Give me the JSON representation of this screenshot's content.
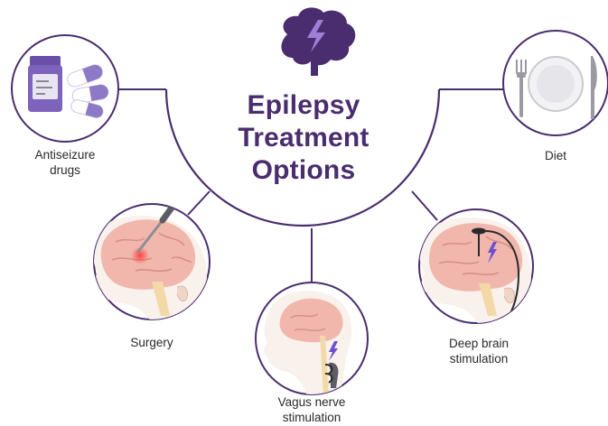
{
  "title": {
    "line1": "Epilepsy",
    "line2": "Treatment",
    "line3": "Options"
  },
  "options": [
    {
      "label": "Antiseizure",
      "label2": "drugs",
      "icon": "pill-bottle-icon"
    },
    {
      "label": "Diet",
      "icon": "plate-fork-knife-icon"
    },
    {
      "label": "Surgery",
      "icon": "brain-scalpel-icon"
    },
    {
      "label": "Vagus nerve",
      "label2": "stimulation",
      "icon": "vagus-nerve-stimulator-icon"
    },
    {
      "label": "Deep brain",
      "label2": "stimulation",
      "icon": "deep-brain-electrode-icon"
    }
  ],
  "colors": {
    "title": "#4a2d6e",
    "outline": "#4a2d6e",
    "brain": "#f1b7ad",
    "pill_purple": "#8d79c6",
    "skin": "#f7efe9"
  },
  "central_icon": "brain-lightning-icon"
}
